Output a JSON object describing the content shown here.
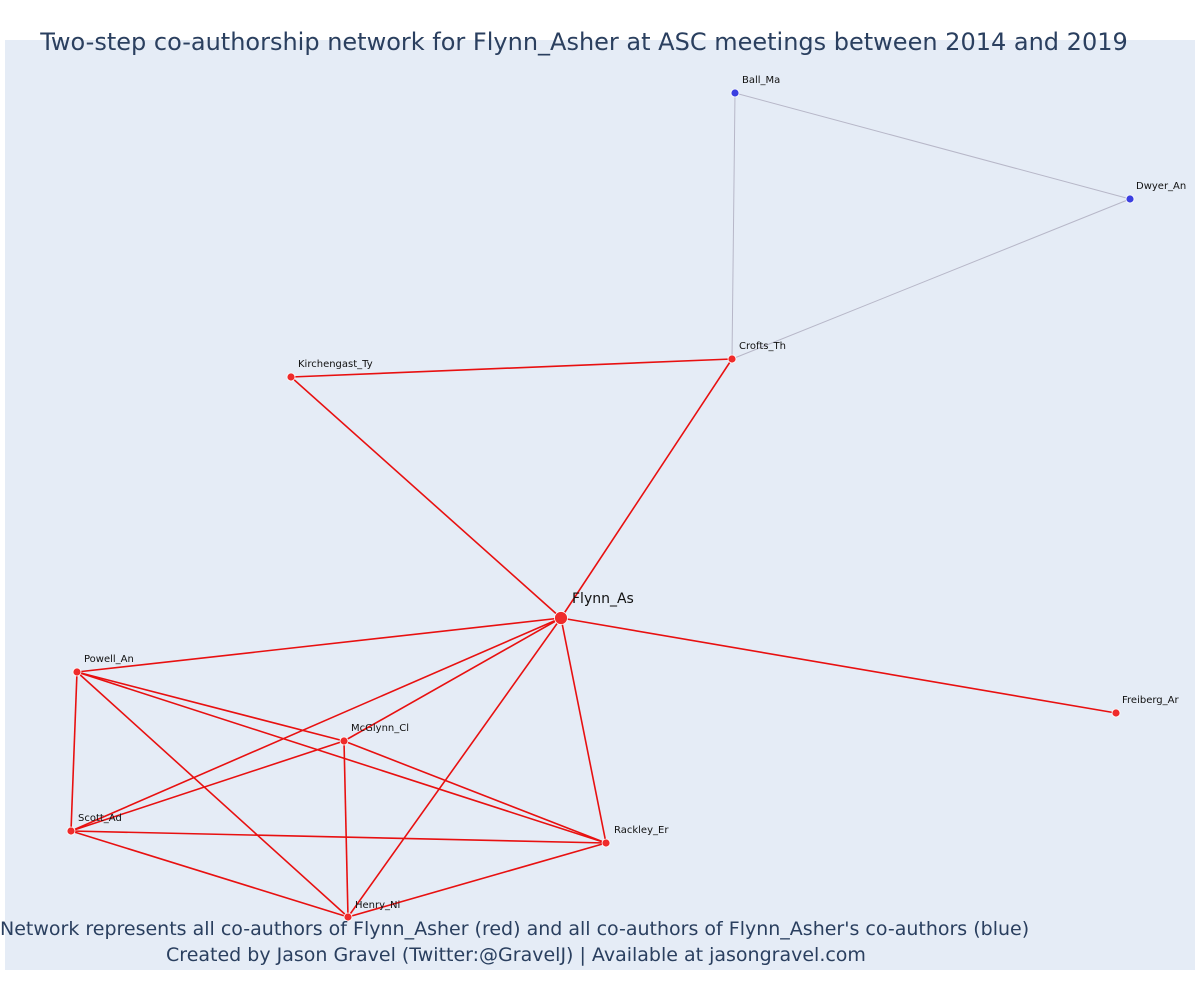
{
  "title": "Two-step co-authorship network for Flynn_Asher at ASC meetings between 2014 and 2019",
  "captions": {
    "line1": "Network represents all co-authors of Flynn_Asher (red) and all co-authors of Flynn_Asher's co-authors (blue)",
    "line2": "Created by Jason Gravel (Twitter:@GravelJ) | Available at jasongravel.com"
  },
  "colors": {
    "background": "#e5ecf6",
    "coauthor_node": "#ef2b2b",
    "second_step_node": "#3b3fe0",
    "coauthor_edge": "#e81010",
    "second_step_edge": "#b7b7c8",
    "text": "#2a3f5f"
  },
  "nodes": [
    {
      "id": "Flynn_As",
      "label": "Flynn_As",
      "group": "ego"
    },
    {
      "id": "Crofts_Th",
      "label": "Crofts_Th",
      "group": "coauthor"
    },
    {
      "id": "Kirchengast_Ty",
      "label": "Kirchengast_Ty",
      "group": "coauthor"
    },
    {
      "id": "Powell_An",
      "label": "Powell_An",
      "group": "coauthor"
    },
    {
      "id": "McGlynn_Cl",
      "label": "McGlynn_Cl",
      "group": "coauthor"
    },
    {
      "id": "Scott_Ad",
      "label": "Scott_Ad",
      "group": "coauthor"
    },
    {
      "id": "Rackley_Er",
      "label": "Rackley_Er",
      "group": "coauthor"
    },
    {
      "id": "Henry_Ni",
      "label": "Henry_Ni",
      "group": "coauthor"
    },
    {
      "id": "Freiberg_Ar",
      "label": "Freiberg_Ar",
      "group": "coauthor"
    },
    {
      "id": "Ball_Ma",
      "label": "Ball_Ma",
      "group": "second_step"
    },
    {
      "id": "Dwyer_An",
      "label": "Dwyer_An",
      "group": "second_step"
    }
  ],
  "edges": [
    {
      "source": "Flynn_As",
      "target": "Crofts_Th",
      "type": "coauthor"
    },
    {
      "source": "Flynn_As",
      "target": "Kirchengast_Ty",
      "type": "coauthor"
    },
    {
      "source": "Flynn_As",
      "target": "Powell_An",
      "type": "coauthor"
    },
    {
      "source": "Flynn_As",
      "target": "McGlynn_Cl",
      "type": "coauthor"
    },
    {
      "source": "Flynn_As",
      "target": "Scott_Ad",
      "type": "coauthor"
    },
    {
      "source": "Flynn_As",
      "target": "Rackley_Er",
      "type": "coauthor"
    },
    {
      "source": "Flynn_As",
      "target": "Henry_Ni",
      "type": "coauthor"
    },
    {
      "source": "Flynn_As",
      "target": "Freiberg_Ar",
      "type": "coauthor"
    },
    {
      "source": "Kirchengast_Ty",
      "target": "Crofts_Th",
      "type": "coauthor"
    },
    {
      "source": "Powell_An",
      "target": "Scott_Ad",
      "type": "coauthor"
    },
    {
      "source": "Powell_An",
      "target": "Henry_Ni",
      "type": "coauthor"
    },
    {
      "source": "Powell_An",
      "target": "McGlynn_Cl",
      "type": "coauthor"
    },
    {
      "source": "Powell_An",
      "target": "Rackley_Er",
      "type": "coauthor"
    },
    {
      "source": "McGlynn_Cl",
      "target": "Scott_Ad",
      "type": "coauthor"
    },
    {
      "source": "McGlynn_Cl",
      "target": "Henry_Ni",
      "type": "coauthor"
    },
    {
      "source": "McGlynn_Cl",
      "target": "Rackley_Er",
      "type": "coauthor"
    },
    {
      "source": "Scott_Ad",
      "target": "Rackley_Er",
      "type": "coauthor"
    },
    {
      "source": "Scott_Ad",
      "target": "Henry_Ni",
      "type": "coauthor"
    },
    {
      "source": "Henry_Ni",
      "target": "Rackley_Er",
      "type": "coauthor"
    },
    {
      "source": "Crofts_Th",
      "target": "Ball_Ma",
      "type": "second_step"
    },
    {
      "source": "Crofts_Th",
      "target": "Dwyer_An",
      "type": "second_step"
    },
    {
      "source": "Ball_Ma",
      "target": "Dwyer_An",
      "type": "second_step"
    }
  ]
}
